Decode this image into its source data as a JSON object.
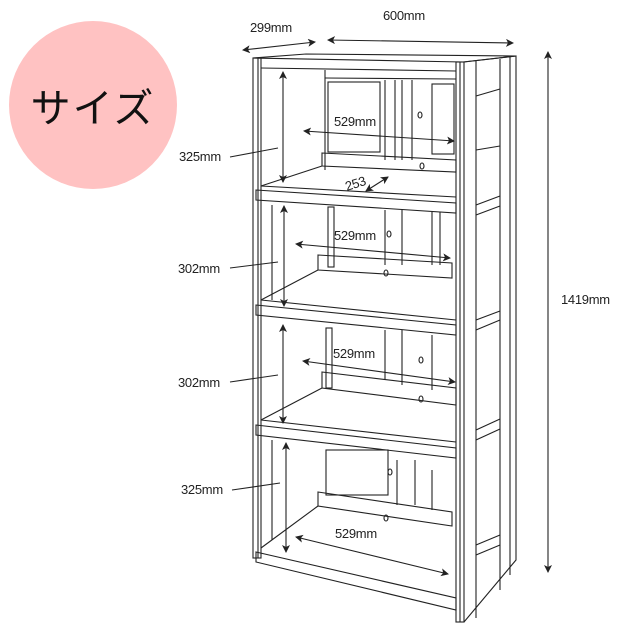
{
  "badge": {
    "label": "サイズ",
    "color": "#ffc2c2"
  },
  "dimensions": {
    "depth": "299mm",
    "width": "600mm",
    "height_total": "1419mm",
    "shelf_depth": "253",
    "compartments": [
      {
        "height": "325mm",
        "inner_width": "529mm"
      },
      {
        "height": "302mm",
        "inner_width": "529mm"
      },
      {
        "height": "302mm",
        "inner_width": "529mm"
      },
      {
        "height": "325mm",
        "inner_width": "529mm"
      }
    ]
  },
  "colors": {
    "line": "#222222",
    "background": "#ffffff"
  }
}
